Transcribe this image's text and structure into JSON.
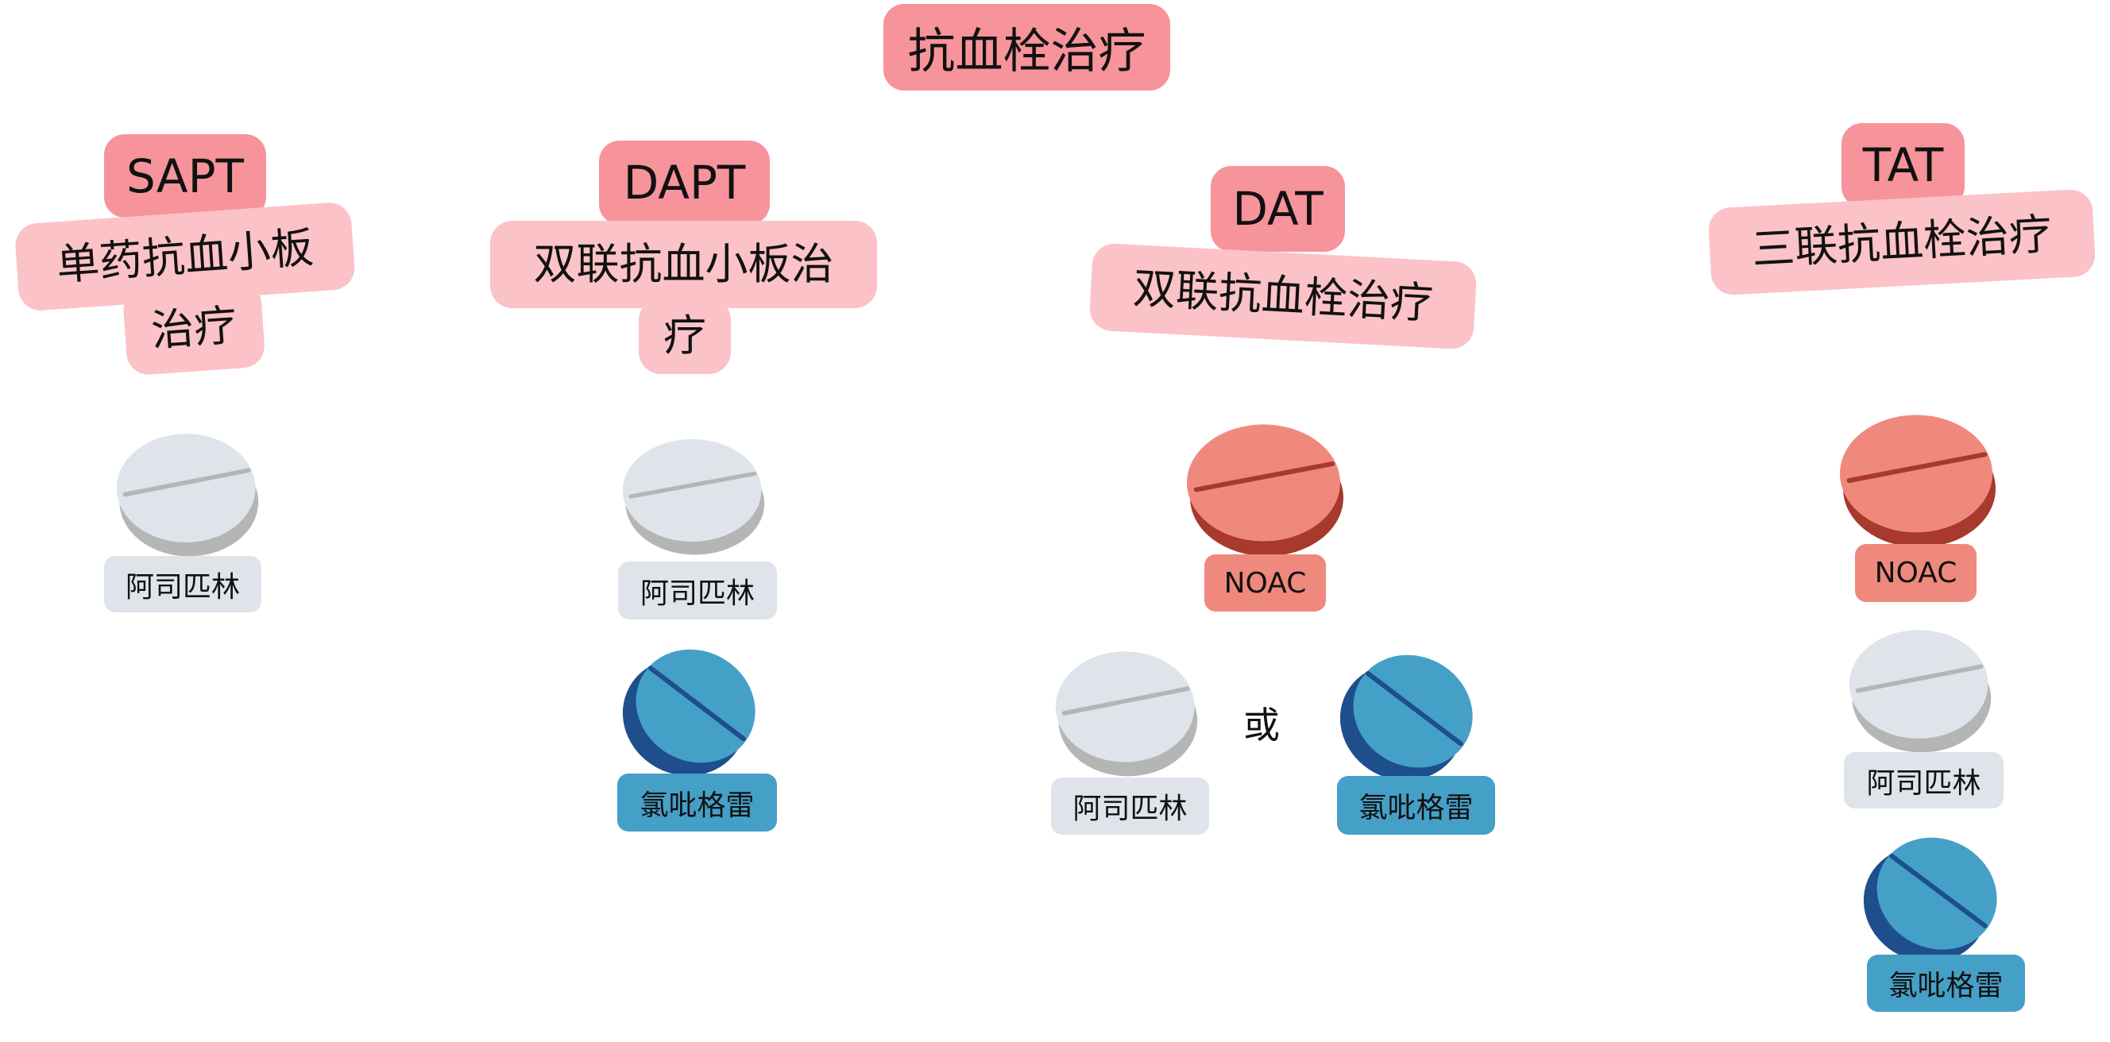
{
  "title": "抗血栓治疗",
  "connector_or": "或",
  "colors": {
    "header_bg": "#f7939a",
    "subtitle_bg": "#fbc2c7",
    "aspirin_top": "#dfe3ea",
    "aspirin_side": "#b5b5b5",
    "noac_top": "#f0897d",
    "noac_side": "#a8392d",
    "clopidogrel_top": "#45a0c8",
    "clopidogrel_side": "#1e4f8c"
  },
  "columns": [
    {
      "abbr": "SAPT",
      "name_line1": "单药抗血小板",
      "name_line2": "治疗",
      "drugs": [
        {
          "label": "阿司匹林",
          "pill": "white"
        }
      ]
    },
    {
      "abbr": "DAPT",
      "name_line1": "双联抗血小板治",
      "name_line2": "疗",
      "drugs": [
        {
          "label": "阿司匹林",
          "pill": "white"
        },
        {
          "label": "氯吡格雷",
          "pill": "blue"
        }
      ]
    },
    {
      "abbr": "DAT",
      "name_line1": "双联抗血栓治疗",
      "drugs": [
        {
          "label": "NOAC",
          "pill": "red"
        },
        {
          "label": "阿司匹林",
          "pill": "white"
        },
        {
          "label": "氯吡格雷",
          "pill": "blue"
        }
      ]
    },
    {
      "abbr": "TAT",
      "name_line1": "三联抗血栓治疗",
      "drugs": [
        {
          "label": "NOAC",
          "pill": "red"
        },
        {
          "label": "阿司匹林",
          "pill": "white"
        },
        {
          "label": "氯吡格雷",
          "pill": "blue"
        }
      ]
    }
  ]
}
